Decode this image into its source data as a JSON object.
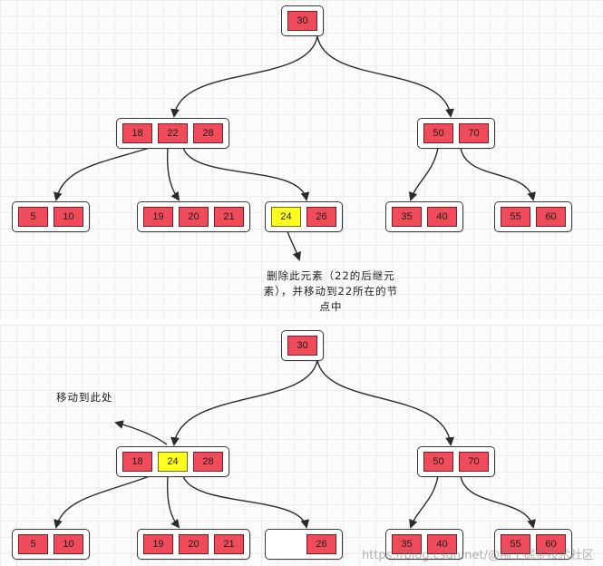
{
  "top": {
    "root": [
      "30"
    ],
    "left_internal": [
      "18",
      "22",
      "28"
    ],
    "right_internal": [
      "50",
      "70"
    ],
    "leaf1": [
      "5",
      "10"
    ],
    "leaf2": [
      "19",
      "20",
      "21"
    ],
    "leaf3": [
      "24",
      "26"
    ],
    "leaf4": [
      "35",
      "40"
    ],
    "leaf5": [
      "55",
      "60"
    ],
    "note": "删除此元素（22的后继元素），并移动到22所在的节点中"
  },
  "bottom": {
    "root": [
      "30"
    ],
    "left_internal": [
      "18",
      "24",
      "28"
    ],
    "right_internal": [
      "50",
      "70"
    ],
    "leaf1": [
      "5",
      "10"
    ],
    "leaf2": [
      "19",
      "20",
      "21"
    ],
    "leaf3": [
      "",
      "26"
    ],
    "leaf4": [
      "35",
      "40"
    ],
    "leaf5": [
      "55",
      "60"
    ],
    "note": "移动到此处"
  },
  "watermark": "https://blog.csdn.net/@稀土掘金技术社区",
  "colors": {
    "key_fill": "#ef4b5a",
    "highlight": "#ffff1e",
    "edge": "#2b2b2b"
  }
}
